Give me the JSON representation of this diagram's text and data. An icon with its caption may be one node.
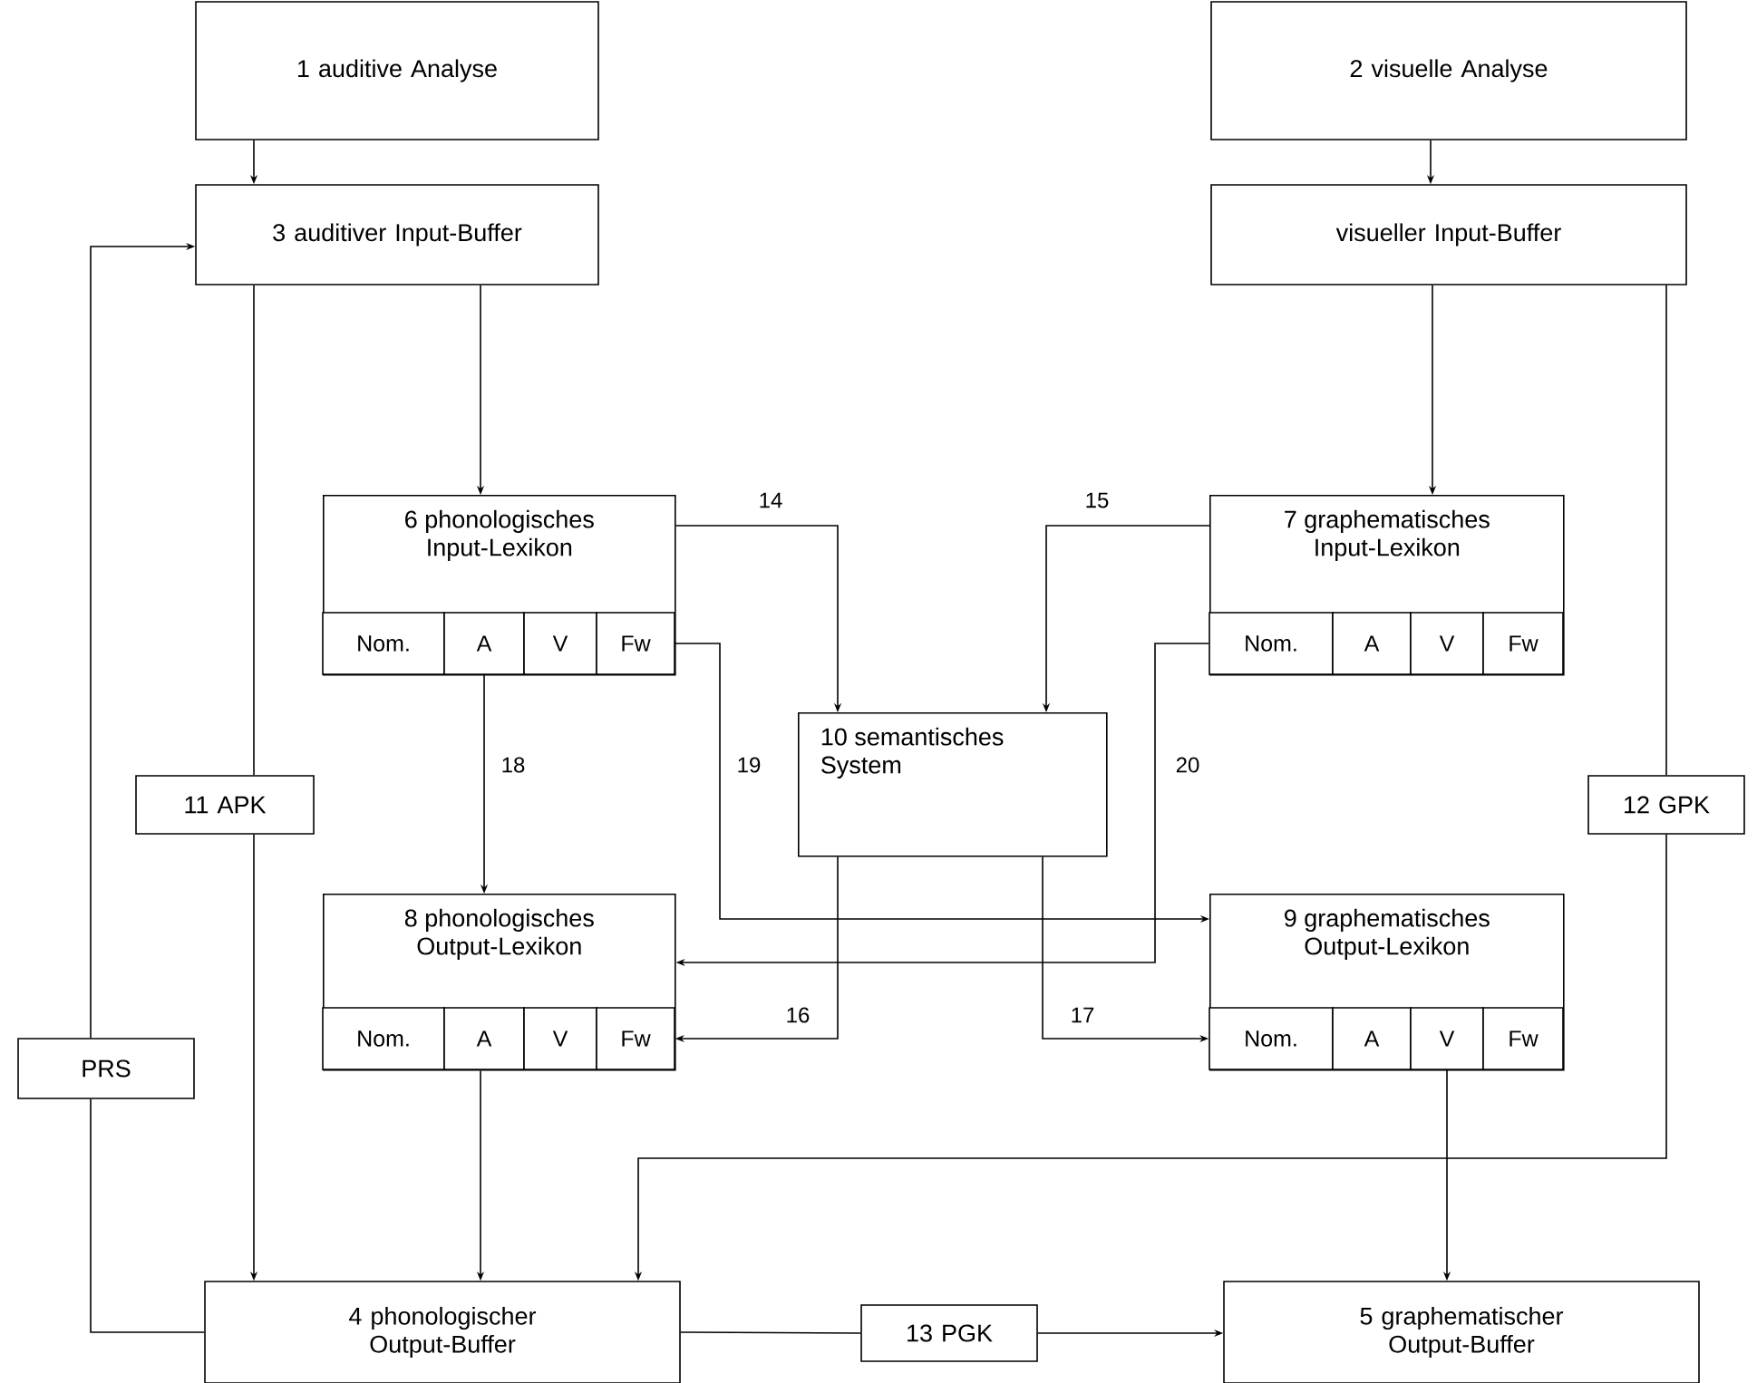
{
  "diagram": {
    "nodes": [
      {
        "text": [
          "1 auditive Analyse"
        ]
      },
      {
        "text": [
          "2 visuelle Analyse"
        ]
      },
      {
        "text": [
          "3 auditiver Input-Buffer"
        ]
      },
      {
        "text": [
          "visueller Input-Buffer"
        ]
      },
      {
        "text": [
          "6 phonologisches Input-Lexikon"
        ]
      },
      {
        "text": [
          "Nom."
        ],
        "in": 4
      },
      {
        "text": [
          "A"
        ],
        "in": 4
      },
      {
        "text": [
          "V"
        ],
        "in": 4
      },
      {
        "text": [
          "Fw"
        ],
        "in": 4
      },
      {
        "text": [
          "7 graphematisches Input-Lexikon"
        ]
      },
      {
        "text": [
          "Nom."
        ],
        "in": 9
      },
      {
        "text": [
          "A"
        ],
        "in": 9
      },
      {
        "text": [
          "V"
        ],
        "in": 9
      },
      {
        "text": [
          "Fw"
        ],
        "in": 9
      },
      {
        "text": [
          "10 semantisches System"
        ]
      },
      {
        "text": [
          "11 APK"
        ]
      },
      {
        "text": [
          "12 GPK"
        ]
      },
      {
        "text": [
          "8 phonologisches Output-Lexikon"
        ]
      },
      {
        "text": [
          "Nom."
        ],
        "in": 17
      },
      {
        "text": [
          "A"
        ],
        "in": 17
      },
      {
        "text": [
          "V"
        ],
        "in": 17
      },
      {
        "text": [
          "Fw"
        ],
        "in": 17
      },
      {
        "text": [
          "9 graphematisches Output-Lexikon"
        ]
      },
      {
        "text": [
          "Nom."
        ],
        "in": 22
      },
      {
        "text": [
          "A"
        ],
        "in": 22
      },
      {
        "text": [
          "V"
        ],
        "in": 22
      },
      {
        "text": [
          "Fw"
        ],
        "in": 22
      },
      {
        "text": [
          "PRS"
        ]
      },
      {
        "text": [
          "4 phonologischer Output-Buffer"
        ]
      },
      {
        "text": [
          "13 PGK"
        ]
      },
      {
        "text": [
          "5 graphematischer Output-Buffer"
        ]
      }
    ],
    "edges": [
      {
        "from": 0,
        "to": 2,
        "arrow": "to"
      },
      {
        "from": 1,
        "to": 3,
        "arrow": "to"
      },
      {
        "from": 2,
        "to": 4,
        "arrow": "to"
      },
      {
        "from": 3,
        "to": 9,
        "arrow": "to"
      },
      {
        "from": 2,
        "to": 15,
        "arrow": "none"
      },
      {
        "from": 15,
        "to": 28,
        "arrow": "to"
      },
      {
        "from": 3,
        "to": 16,
        "arrow": "none"
      },
      {
        "from": 16,
        "to": 28,
        "arrow": "to"
      },
      {
        "from": 28,
        "to": 27,
        "arrow": "none"
      },
      {
        "from": 27,
        "to": 2,
        "arrow": "to"
      },
      {
        "from": 4,
        "to": 14,
        "arrow": "to",
        "label": "14"
      },
      {
        "from": 9,
        "to": 14,
        "arrow": "to",
        "label": "15"
      },
      {
        "from": 6,
        "to": 17,
        "arrow": "to",
        "label": "18"
      },
      {
        "from": 8,
        "to": 22,
        "arrow": "to",
        "label": "19"
      },
      {
        "from": 10,
        "to": 17,
        "arrow": "to",
        "label": "20"
      },
      {
        "from": 14,
        "to": 21,
        "arrow": "to",
        "label": "16"
      },
      {
        "from": 14,
        "to": 23,
        "arrow": "to",
        "label": "17"
      },
      {
        "from": 17,
        "to": 28,
        "arrow": "to"
      },
      {
        "from": 25,
        "to": 30,
        "arrow": "to"
      },
      {
        "from": 28,
        "to": 29,
        "arrow": "none"
      },
      {
        "from": 29,
        "to": 30,
        "arrow": "to"
      }
    ]
  }
}
